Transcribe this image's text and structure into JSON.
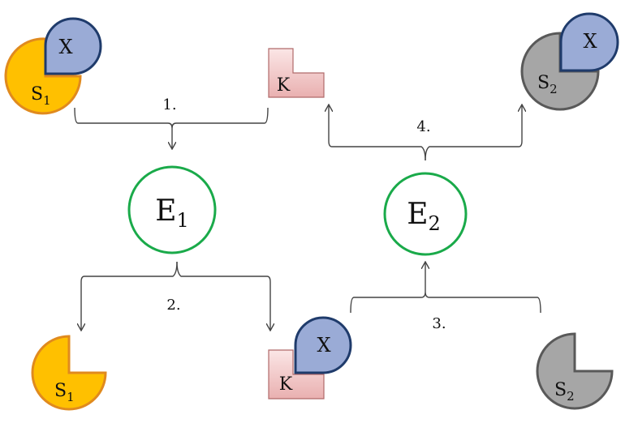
{
  "molecules": {
    "substrate1": "S",
    "substrate1_sub": "1",
    "substrate2": "S",
    "substrate2_sub": "2",
    "x": "X",
    "k": "K"
  },
  "enzymes": [
    {
      "label": "E",
      "sub": "1"
    },
    {
      "label": "E",
      "sub": "2"
    }
  ],
  "steps": [
    "1.",
    "2.",
    "3.",
    "4."
  ],
  "colors": {
    "s1_fill": "#ffc000",
    "s2_fill": "#a6a6a6",
    "x_fill": "#9aabd6",
    "k_fill": "#f0c4c4",
    "enzyme_stroke": "#1aaa4a"
  }
}
